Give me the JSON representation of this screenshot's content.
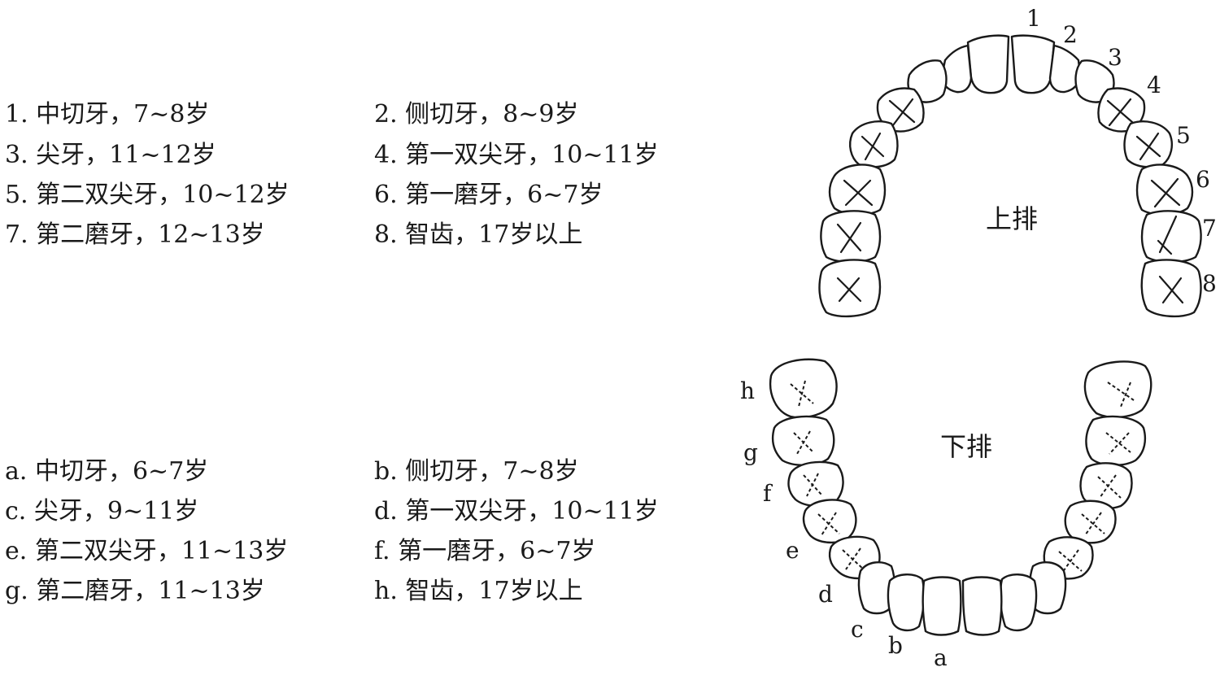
{
  "upper_legend": [
    {
      "code": "1.",
      "text": "中切牙，7~8岁"
    },
    {
      "code": "2.",
      "text": "侧切牙，8~9岁"
    },
    {
      "code": "3.",
      "text": "尖牙，11~12岁"
    },
    {
      "code": "4.",
      "text": "第一双尖牙，10~11岁"
    },
    {
      "code": "5.",
      "text": "第二双尖牙，10~12岁"
    },
    {
      "code": "6.",
      "text": "第一磨牙，6~7岁"
    },
    {
      "code": "7.",
      "text": "第二磨牙，12~13岁"
    },
    {
      "code": "8.",
      "text": "智齿，17岁以上"
    }
  ],
  "lower_legend": [
    {
      "code": "a.",
      "text": "中切牙，6~7岁"
    },
    {
      "code": "b.",
      "text": "侧切牙，7~8岁"
    },
    {
      "code": "c.",
      "text": "尖牙，9~11岁"
    },
    {
      "code": "d.",
      "text": "第一双尖牙，10~11岁"
    },
    {
      "code": "e.",
      "text": "第二双尖牙，11~13岁"
    },
    {
      "code": "f.",
      "text": "第一磨牙，6~7岁"
    },
    {
      "code": "g.",
      "text": "第二磨牙，11~13岁"
    },
    {
      "code": "h.",
      "text": "智齿，17岁以上"
    }
  ],
  "upper_arch": {
    "label": "上排",
    "tooth_labels": [
      "1",
      "2",
      "3",
      "4",
      "5",
      "6",
      "7",
      "8"
    ]
  },
  "lower_arch": {
    "label": "下排",
    "tooth_labels": [
      "a",
      "b",
      "c",
      "d",
      "e",
      "f",
      "g",
      "h"
    ]
  }
}
